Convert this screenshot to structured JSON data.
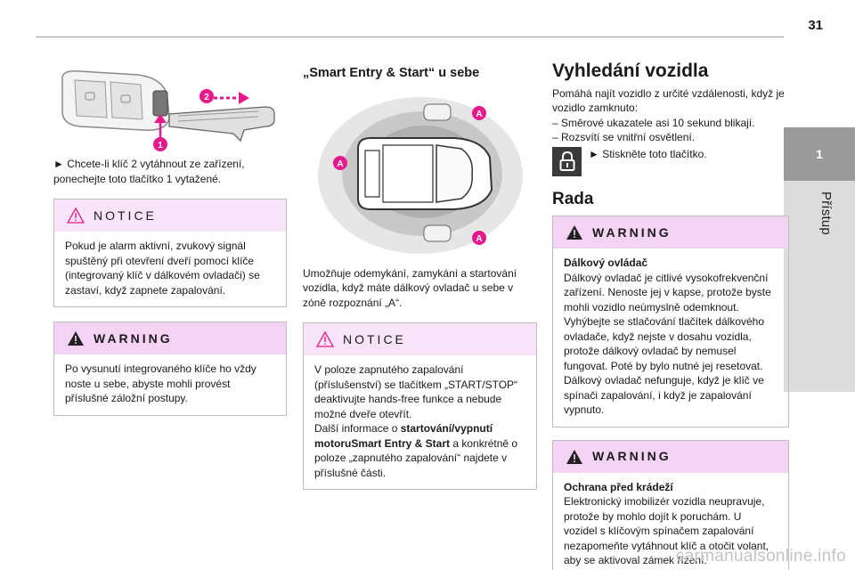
{
  "page": {
    "number": "31"
  },
  "side_tab": {
    "chapter_number": "1",
    "label": "Přístup"
  },
  "column1": {
    "figure_label_1": "1",
    "figure_label_2": "2",
    "instruction": "►  Chcete-li klíč 2 vytáhnout ze zařízení, ponechejte toto tlačítko 1 vytažené.",
    "notice": {
      "title": "NOTICE",
      "text": "Pokud je alarm aktivní, zvukový signál spuštěný při otevření dveří pomocí klíče (integrovaný klíč v dálkovém ovladači) se zastaví, když zapnete zapalování."
    },
    "warning": {
      "title": "WARNING",
      "text": "Po vysunutí integrovaného klíče ho vždy noste u sebe, abyste mohli provést příslušné záložní postupy."
    }
  },
  "column2": {
    "heading": "„Smart Entry & Start“ u sebe",
    "zone_label": "A",
    "paragraph": "Umožňuje odemykání, zamykání a startování vozidla, když máte dálkový ovladač u sebe v zóně rozpoznání „A“.",
    "notice": {
      "title": "NOTICE",
      "line1": "V poloze zapnutého zapalování (příslušenství) se tlačítkem „START/STOP“ deaktivujte hands-free funkce a nebude možné dveře otevřít.",
      "line2_pre": "Další informace o ",
      "line2_bold": "startování/vypnutí motoruSmart Entry & Start",
      "line2_post": " a konkrétně o poloze „zapnutého zapalování“ najdete v příslušné části."
    }
  },
  "column3": {
    "heading": "Vyhledání vozidla",
    "intro": "Pomáhá najít vozidlo z určité vzdálenosti, když je vozidlo zamknuto:",
    "dash_items": [
      "–  Směrové ukazatele asi 10 sekund blikají.",
      "–  Rozsvítí se vnitřní osvětlení."
    ],
    "press_instruction": "►  Stiskněte toto tlačítko.",
    "button_icon": "padlock-icon",
    "tips_heading": "Rada",
    "warning1": {
      "title": "WARNING",
      "subtitle": "Dálkový ovládač",
      "text": "Dálkový ovladač je citlivé vysokofrekvenční zařízení. Nenoste jej v kapse, protože byste mohli vozidlo neúmyslně odemknout. Vyhýbejte se stlačování tlačítek dálkového ovladače, když nejste v dosahu vozidla, protože dálkový ovladač by nemusel fungovat. Poté by bylo nutné jej resetovat. Dálkový ovladač nefunguje, když je klíč ve spínači zapalování, i když je zapalování vypnuto."
    },
    "warning2": {
      "title": "WARNING",
      "subtitle": "Ochrana před krádeží",
      "text": "Elektronický imobilizér vozidla neupravuje, protože by mohlo dojít k poruchám. U vozidel s klíčovým spínačem zapalování nezapomeňte vytáhnout klíč a otočit volant, aby se aktivoval zámek řízení."
    }
  },
  "footer": {
    "watermark": "carmanualsonline.info"
  },
  "colors": {
    "accent": "#e6198c",
    "notice_bg": "#f8e4f8",
    "warning_bg": "#f5d3f5",
    "side_tab": "#9a9a9a"
  }
}
